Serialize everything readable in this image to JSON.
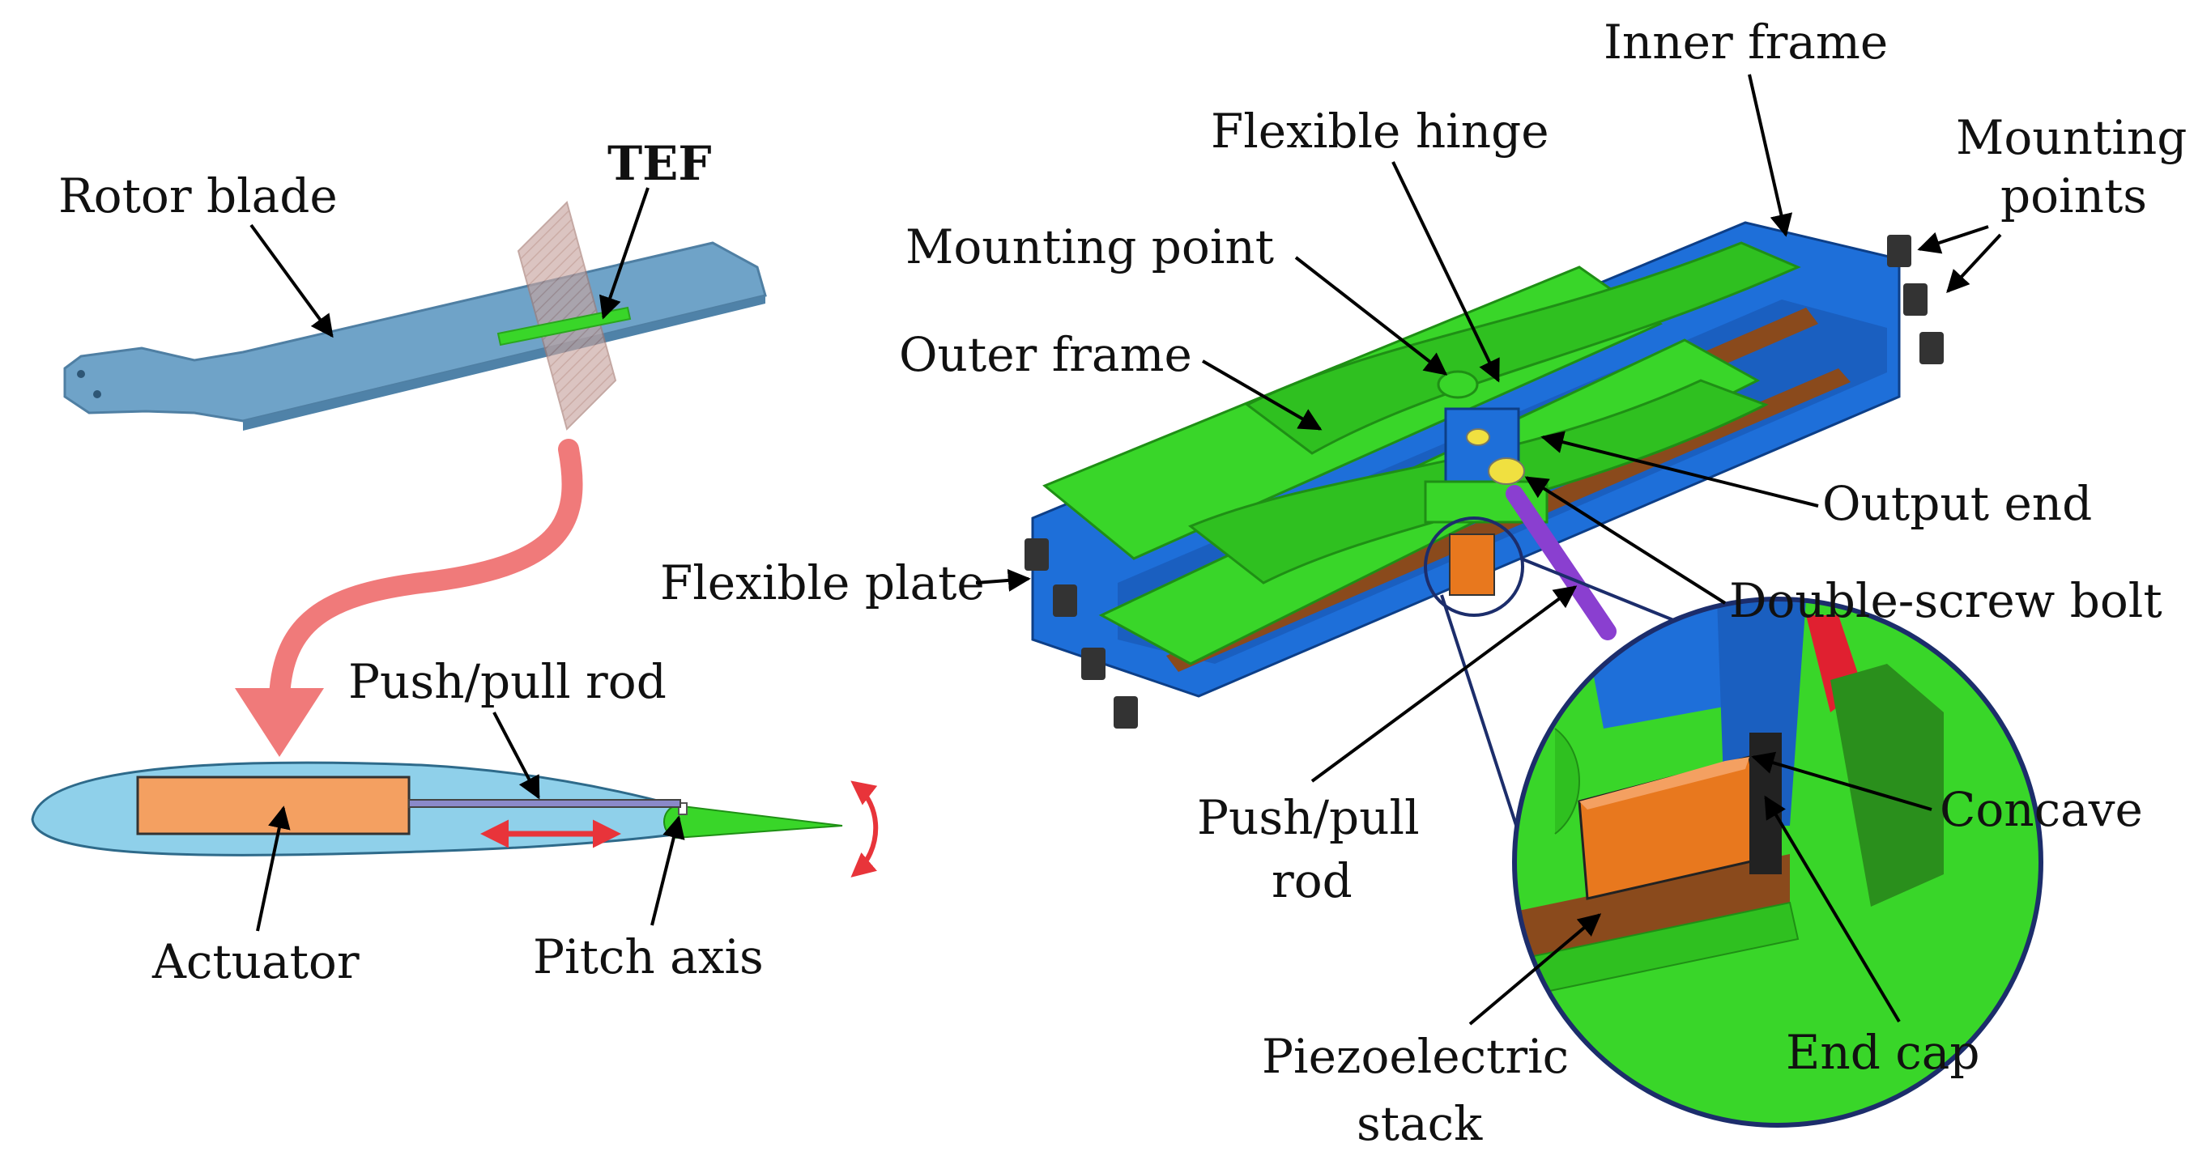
{
  "labels": {
    "rotor_blade": "Rotor blade",
    "tef": "TEF",
    "push_pull_rod": "Push/pull rod",
    "actuator": "Actuator",
    "pitch_axis": "Pitch axis",
    "inner_frame": "Inner frame",
    "flexible_hinge": "Flexible hinge",
    "mounting_points_1": "Mounting",
    "mounting_points_2": "points",
    "mounting_point": "Mounting point",
    "outer_frame": "Outer frame",
    "output_end": "Output end",
    "flexible_plate": "Flexible plate",
    "double_screw_bolt": "Double-screw bolt",
    "push_pull_rod_2a": "Push/pull",
    "push_pull_rod_2b": "rod",
    "concave": "Concave",
    "piezo_1": "Piezoelectric",
    "piezo_2": "stack",
    "end_cap": "End cap"
  },
  "colors": {
    "blade": "#6fa3c8",
    "airfoil": "#8fd0ea",
    "actuator": "#f4a061",
    "green": "#39d629",
    "blue": "#1e6fd9",
    "brown": "#8a4a1c",
    "orange": "#e8781e",
    "purple": "#8a3fd0",
    "red_arrow": "#e8343a",
    "pink_arrow": "#f07a7a",
    "navy": "#1c2d6b"
  }
}
